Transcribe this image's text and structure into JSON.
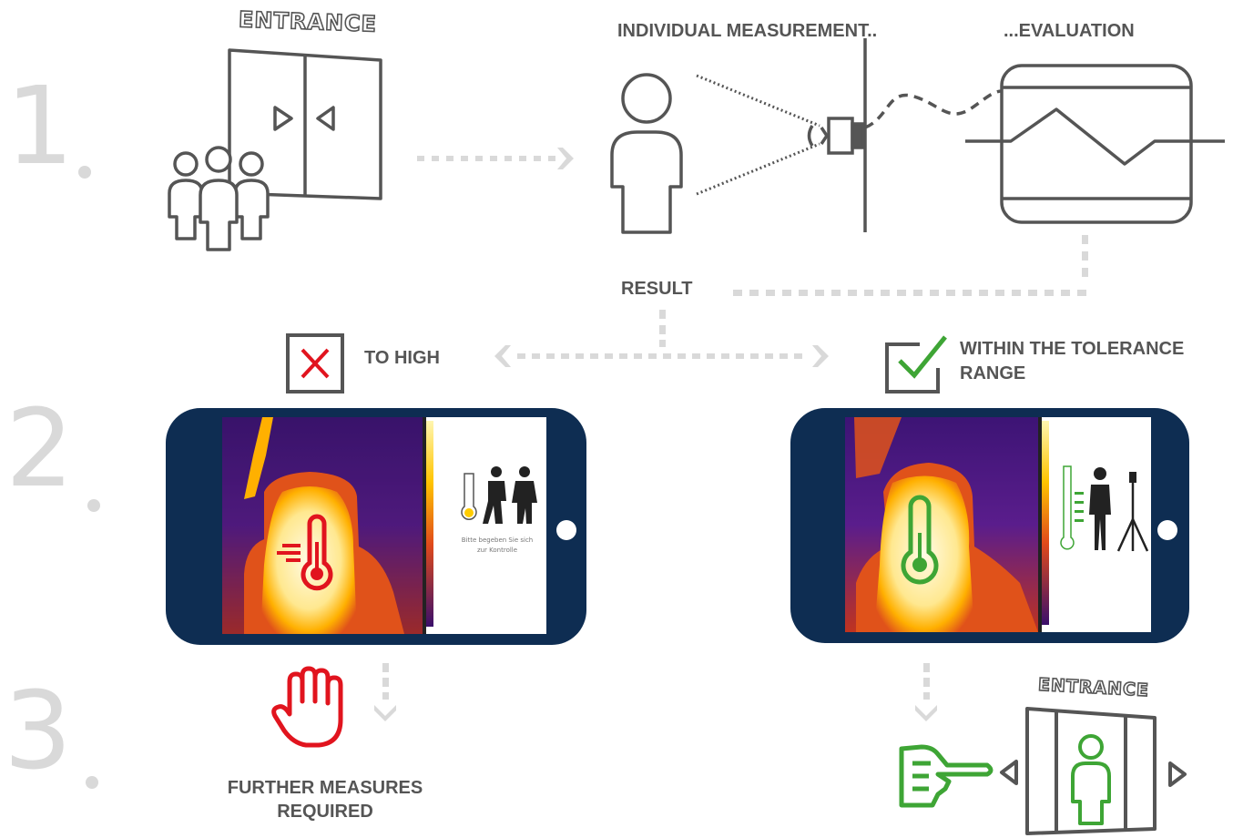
{
  "steps": {
    "s1": "1",
    "s2": "2",
    "s3": "3"
  },
  "labels": {
    "entrance_top": "ENTRANCE",
    "individual_measurement": "INDIVIDUAL MEASUREMENT..",
    "evaluation": "...EVALUATION",
    "result": "RESULT",
    "to_high": "TO HIGH",
    "within_tolerance_line1": "WITHIN THE TOLERANCE",
    "within_tolerance_line2": "RANGE",
    "further_line1": "FURTHER MEASURES",
    "further_line2": "REQUIRED",
    "entrance_bottom": "ENTRANCE"
  },
  "screen_left": {
    "message_line1": "Bitte begeben Sie sich",
    "message_line2": "zur Kontrolle"
  },
  "colors": {
    "line": "#555555",
    "dots": "#d9d9d9",
    "alert": "#e1141e",
    "ok": "#3ea535",
    "phone": "#0e2d52"
  },
  "icons": {
    "people": "group-of-people-icon",
    "door": "sliding-door-icon",
    "person": "person-outline-icon",
    "camera": "thermal-camera-icon",
    "monitor": "monitor-curve-icon",
    "cross": "cross-box-icon",
    "check": "check-box-icon",
    "hand": "stop-hand-icon",
    "pointer": "pointing-hand-icon",
    "thermometer": "thermometer-icon"
  }
}
